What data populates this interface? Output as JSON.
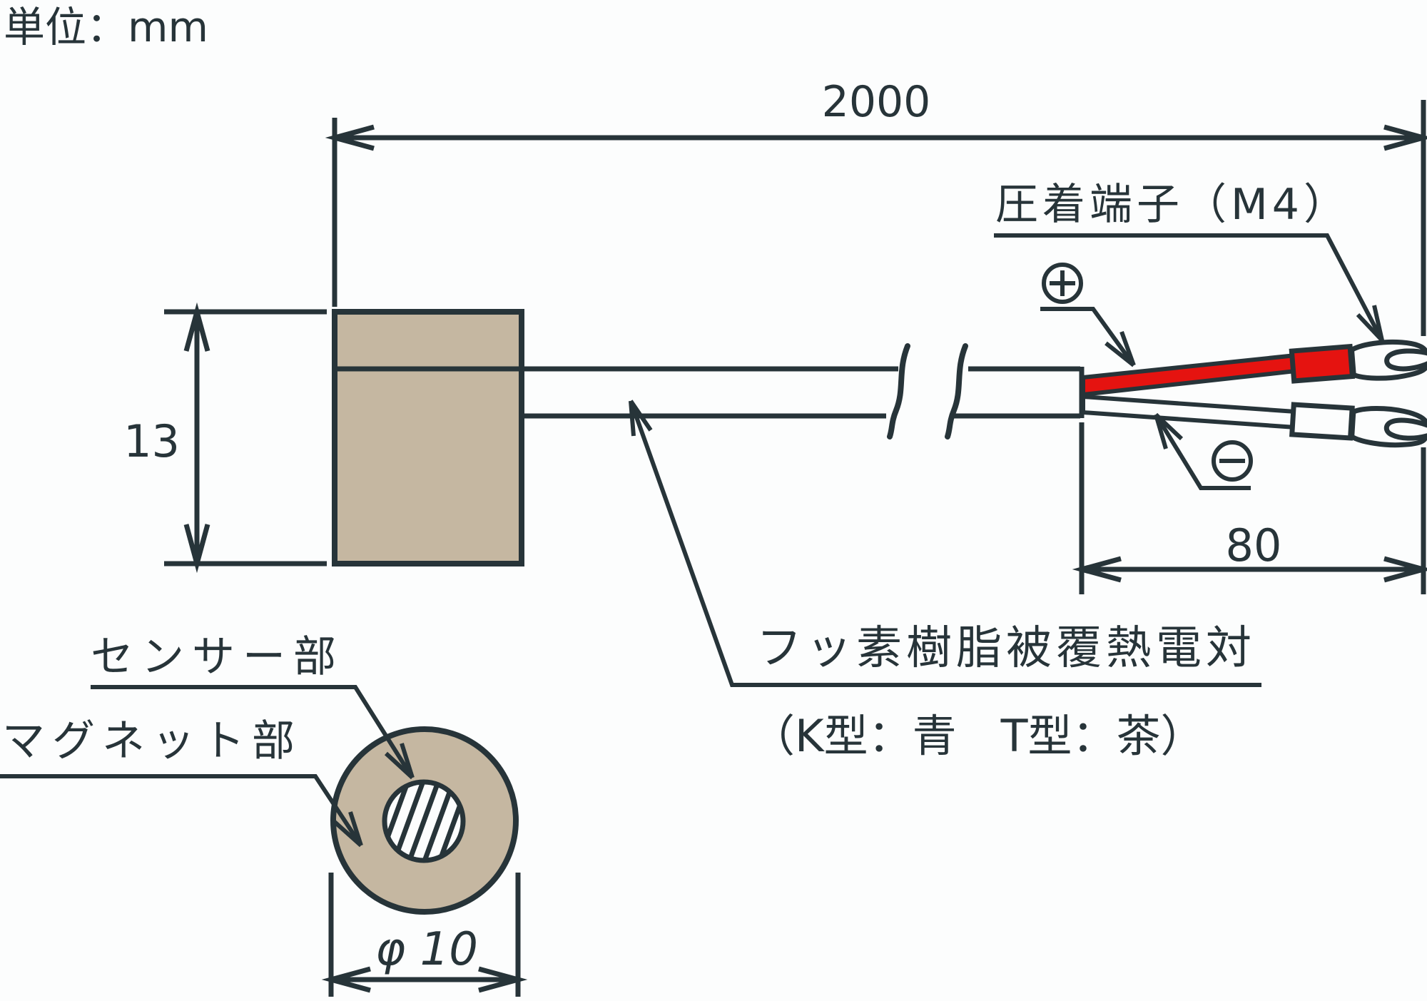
{
  "drawing": {
    "unit_note": "単位：mm",
    "dimensions": {
      "cable_length": "2000",
      "body_height": "13",
      "lead_length": "80",
      "magnet_diameter": "φ 10"
    },
    "labels": {
      "crimp_terminal": "圧着端子（M4）",
      "polarity_positive": "＋",
      "polarity_negative": "−",
      "thermocouple_line1": "フッ素樹脂被覆熱電対",
      "thermocouple_line2": "（K型：青　T型：茶）",
      "sensor_part": "センサー部",
      "magnet_part": "マグネット部"
    },
    "colors": {
      "line": "#273439",
      "body_fill": "#c5b7a1",
      "positive_wire": "#e51310",
      "background": "#fcfdfd"
    }
  }
}
